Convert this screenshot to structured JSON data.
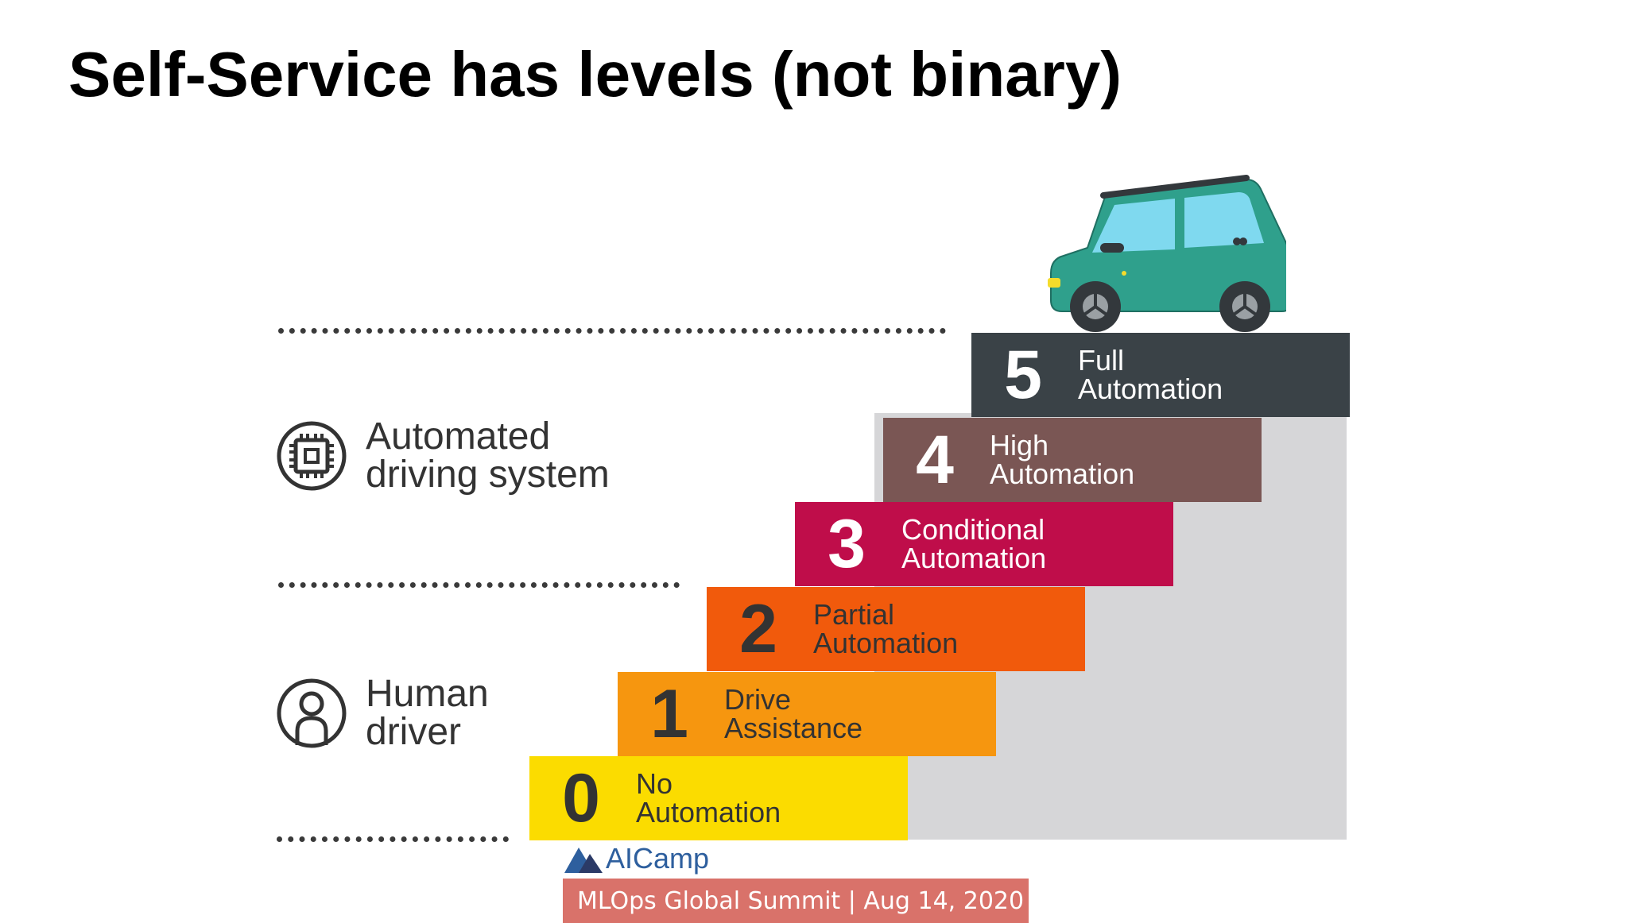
{
  "title": "Self-Service has levels (not binary)",
  "categories": {
    "automated": {
      "line1": "Automated",
      "line2": "driving system",
      "icon": "chip-icon"
    },
    "human": {
      "line1": "Human",
      "line2": "driver",
      "icon": "person-icon"
    }
  },
  "levels": [
    {
      "number": "0",
      "line1": "No",
      "line2": "Automation",
      "bg": "#fbdc00",
      "fg": "#333333"
    },
    {
      "number": "1",
      "line1": "Drive",
      "line2": "Assistance",
      "bg": "#f6960f",
      "fg": "#333333"
    },
    {
      "number": "2",
      "line1": "Partial",
      "line2": "Automation",
      "bg": "#f15a0c",
      "fg": "#333333"
    },
    {
      "number": "3",
      "line1": "Conditional",
      "line2": "Automation",
      "bg": "#bf0d4a",
      "fg": "#ffffff"
    },
    {
      "number": "4",
      "line1": "High",
      "line2": "Automation",
      "bg": "#7a5654",
      "fg": "#ffffff"
    },
    {
      "number": "5",
      "line1": "Full",
      "line2": "Automation",
      "bg": "#3a4247",
      "fg": "#ffffff"
    }
  ],
  "footer": {
    "brand": "AICamp",
    "event": "MLOps Global Summit | Aug 14, 2020"
  },
  "colors": {
    "car_body": "#2fa08c",
    "car_window": "#7fd9ef",
    "backdrop": "#d6d6d8"
  }
}
